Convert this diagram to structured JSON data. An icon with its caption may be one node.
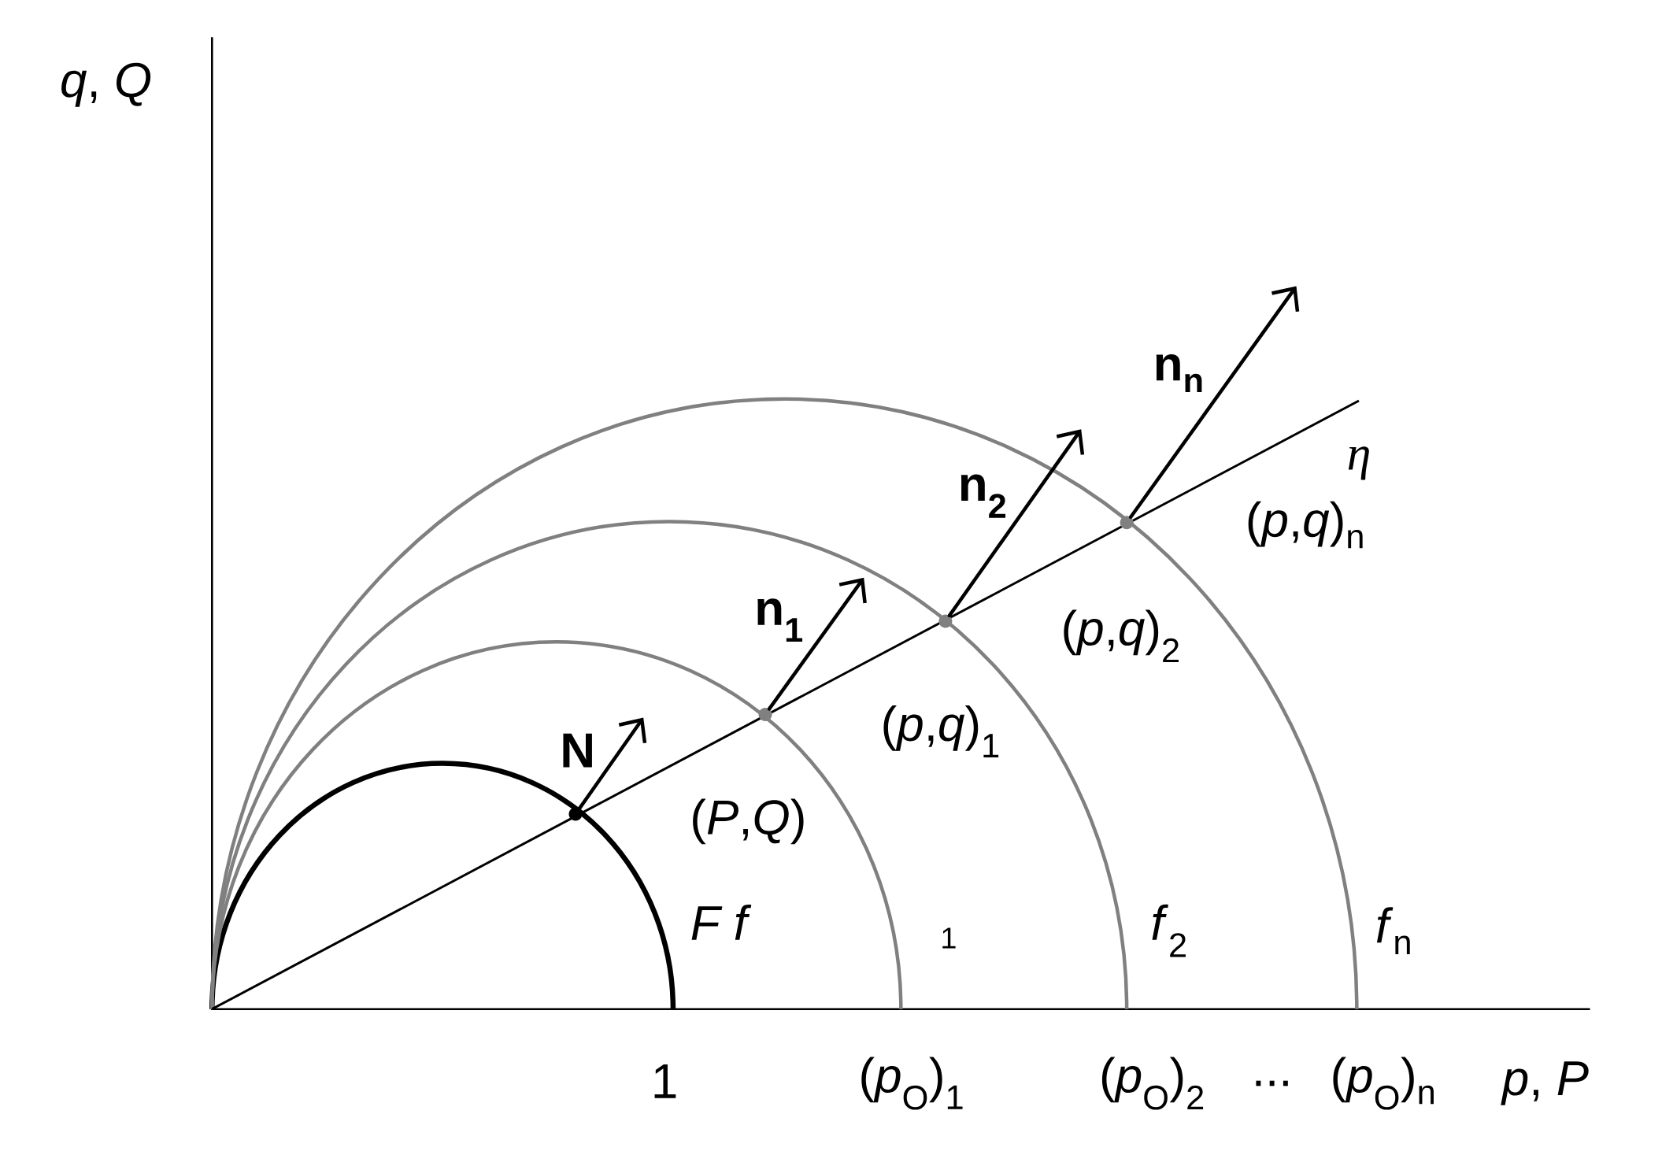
{
  "diagram": {
    "nodes": [
      {
        "text": [],
        "shape": "circle",
        "beside": [
          "(*P*,*Q*)"
        ]
      },
      {
        "text": [],
        "shape": "circle",
        "beside": [
          "(*p*,*q*)$_{1}$"
        ]
      },
      {
        "text": [],
        "shape": "circle",
        "beside": [
          "(*p*,*q*)$_{2}$"
        ]
      },
      {
        "text": [],
        "shape": "circle",
        "beside": [
          "(*p*,*q*)$_{n}$"
        ]
      }
    ],
    "edges": [
      {
        "from": 0,
        "to": null,
        "arrow": "to",
        "label": "N"
      },
      {
        "from": 1,
        "to": null,
        "arrow": "to",
        "label": "n$_{1}$"
      },
      {
        "from": 2,
        "to": null,
        "arrow": "to",
        "label": "n$_{2}$"
      },
      {
        "from": 3,
        "to": null,
        "arrow": "to",
        "label": "n$_{n}$"
      }
    ],
    "labels": [
      "*q*, *Q*",
      "η",
      "*F f*",
      "1",
      "*f*$_{2}$",
      "*f*$_{n}$",
      "1",
      "(*p*$_{O}$)$_{1}$",
      "(*p*$_{O}$)$_{2}$",
      "...",
      "(*p*$_{O}$)$_{n}$",
      "*p*, *P*"
    ]
  }
}
